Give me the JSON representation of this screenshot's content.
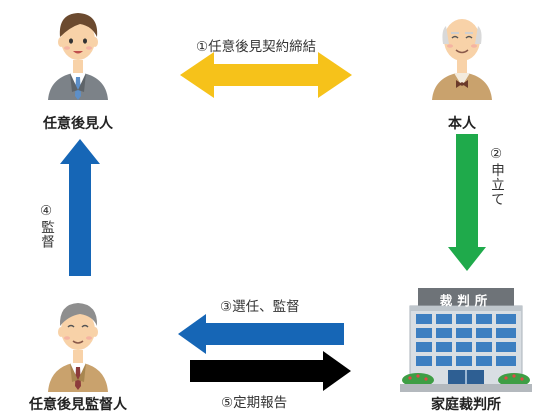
{
  "nodes": {
    "guardian": "任意後見人",
    "principal": "本人",
    "supervisor": "任意後見監督人",
    "court": "家庭裁判所"
  },
  "court_sign": "裁判所",
  "edges": {
    "contract_num": "①",
    "contract": "任意後見契約締結",
    "petition_num": "②",
    "petition": "申立て",
    "selection_num": "③",
    "selection": "選任、監督",
    "supervise_num": "④",
    "supervise": "監督",
    "report_num": "⑤",
    "report": "定期報告"
  },
  "colors": {
    "contract_arrow": "#F6C21A",
    "petition_arrow": "#1FAA4B",
    "supervise_arrow": "#1666B6",
    "selection_arrow": "#1666B6",
    "report_arrow": "#000000"
  }
}
